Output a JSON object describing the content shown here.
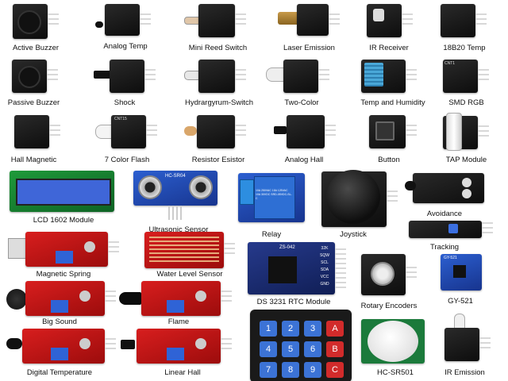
{
  "modules": {
    "active_buzzer": "Active Buzzer",
    "analog_temp": "Analog Temp",
    "mini_reed_switch": "Mini Reed Switch",
    "laser_emission": "Laser Emission",
    "ir_receiver": "IR Receiver",
    "temp_18b20": "18B20 Temp",
    "passive_buzzer": "Passive Buzzer",
    "shock": "Shock",
    "hydrargyrum_switch": "Hydrargyrum-Switch",
    "two_color": "Two-Color",
    "temp_humidity": "Temp and Humidity",
    "smd_rgb": "SMD RGB",
    "hall_magnetic": "Hall Magnetic",
    "seven_color_flash": "7 Color Flash",
    "resistor_esistor": "Resistor Esistor",
    "analog_hall": "Analog Hall",
    "button": "Button",
    "tap_module": "TAP Module",
    "lcd_1602": "LCD 1602 Module",
    "ultrasonic_sensor": "Ultrasonic Sensor",
    "relay": "Relay",
    "joystick": "Joystick",
    "avoidance": "Avoidance",
    "tracking": "Tracking",
    "magnetic_spring": "Magnetic Spring",
    "water_level_sensor": "Water Level Sensor",
    "ds3231_rtc": "DS 3231 RTC Module",
    "rotary_encoders": "Rotary Encoders",
    "gy521": "GY-521",
    "big_sound": "Big Sound",
    "flame": "Flame",
    "digital_temperature": "Digital Temperature",
    "linear_hall": "Linear Hall",
    "hc_sr501": "HC-SR501",
    "ir_emission": "IR Emission"
  },
  "board_text": {
    "ultrasonic_chip": "HC-SR04",
    "relay_body": "10A 250VAC 15A 125VAC 10A 30VDC SRD-05VDC-SL-C",
    "smd_rgb_tag": "CNT1",
    "flash_tag": "CNT15",
    "rtc_tag": "ZS-042",
    "rtc_pins": [
      "32K",
      "SQW",
      "SCL",
      "SDA",
      "VCC",
      "GND"
    ],
    "gy521_tag": "GY-521"
  },
  "keypad": {
    "keys": [
      "1",
      "2",
      "3",
      "A",
      "4",
      "5",
      "6",
      "B",
      "7",
      "8",
      "9",
      "C"
    ]
  },
  "colors": {
    "pcb_black": "#141414",
    "pcb_red": "#c11515",
    "pcb_blue": "#2a57c4",
    "lcd_screen": "#3f66d8",
    "keypad_blue": "#3c73d6",
    "keypad_red": "#d22b2b"
  }
}
